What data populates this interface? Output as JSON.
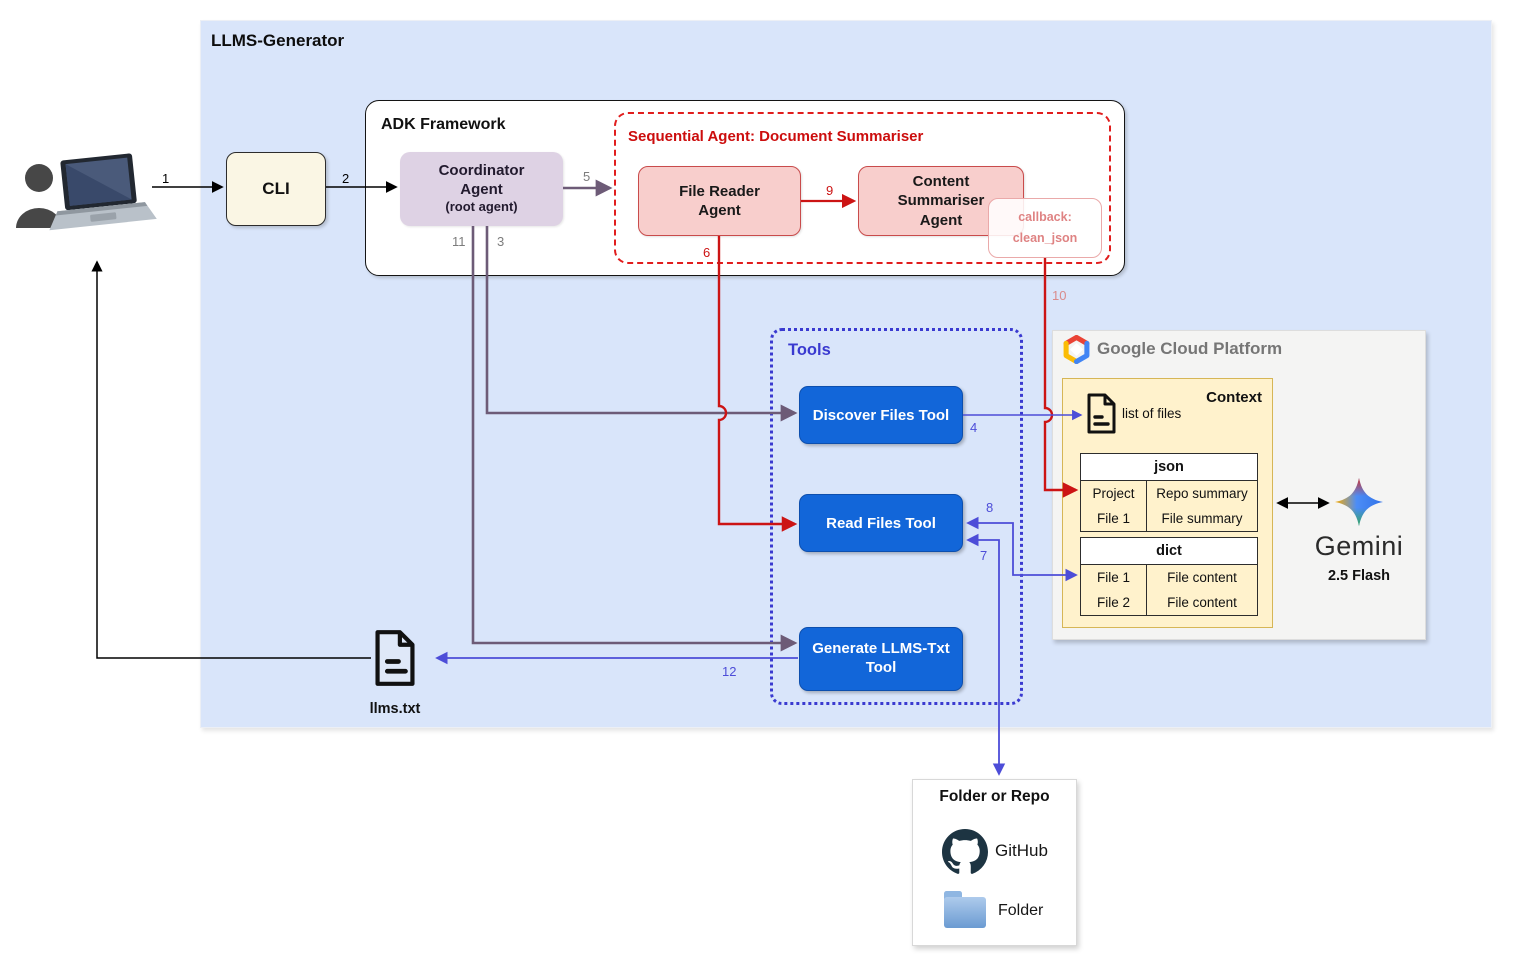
{
  "diagram_title": "LLMS-Generator",
  "cli": {
    "label": "CLI"
  },
  "adk": {
    "title": "ADK Framework",
    "coordinator_name": "Coordinator Agent",
    "coordinator_sub": "(root agent)",
    "sequential_title": "Sequential Agent: Document Summariser",
    "file_reader": "File Reader Agent",
    "content_summariser": "Content Summariser Agent",
    "callback": "callback: clean_json"
  },
  "tools": {
    "title": "Tools",
    "discover": "Discover Files Tool",
    "read": "Read Files Tool",
    "generate": "Generate LLMS-Txt Tool"
  },
  "gcp": {
    "title": "Google Cloud Platform",
    "context": {
      "title": "Context",
      "list_of_files": "list of files",
      "json_table": {
        "header": "json",
        "rows": [
          [
            "Project",
            "Repo summary"
          ],
          [
            "File 1",
            "File summary"
          ]
        ]
      },
      "dict_table": {
        "header": "dict",
        "rows": [
          [
            "File 1",
            "File content"
          ],
          [
            "File 2",
            "File content"
          ]
        ]
      }
    }
  },
  "gemini": {
    "name": "Gemini",
    "version": "2.5 Flash"
  },
  "output_file": {
    "label": "llms.txt"
  },
  "folder_or_repo": {
    "title": "Folder or Repo",
    "github_label": "GitHub",
    "folder_label": "Folder"
  },
  "edge_labels": {
    "e1": "1",
    "e2": "2",
    "e3": "3",
    "e4": "4",
    "e5": "5",
    "e6": "6",
    "e7": "7",
    "e8": "8",
    "e9": "9",
    "e10": "10",
    "e11": "11",
    "e12": "12"
  },
  "colors": {
    "panel_bg": "#d9e5fa",
    "agent_purple_fill": "#ded2e4",
    "agent_pink_fill": "#f8cecc",
    "red_accent": "#cc1414",
    "tool_blue": "#1266d9",
    "tools_border_blue": "#3a3ad0",
    "edge_purple": "#6d5b77",
    "edge_blue_violet": "#4d4dd8",
    "context_fill": "#fff2cc",
    "context_border": "#d6b656"
  }
}
